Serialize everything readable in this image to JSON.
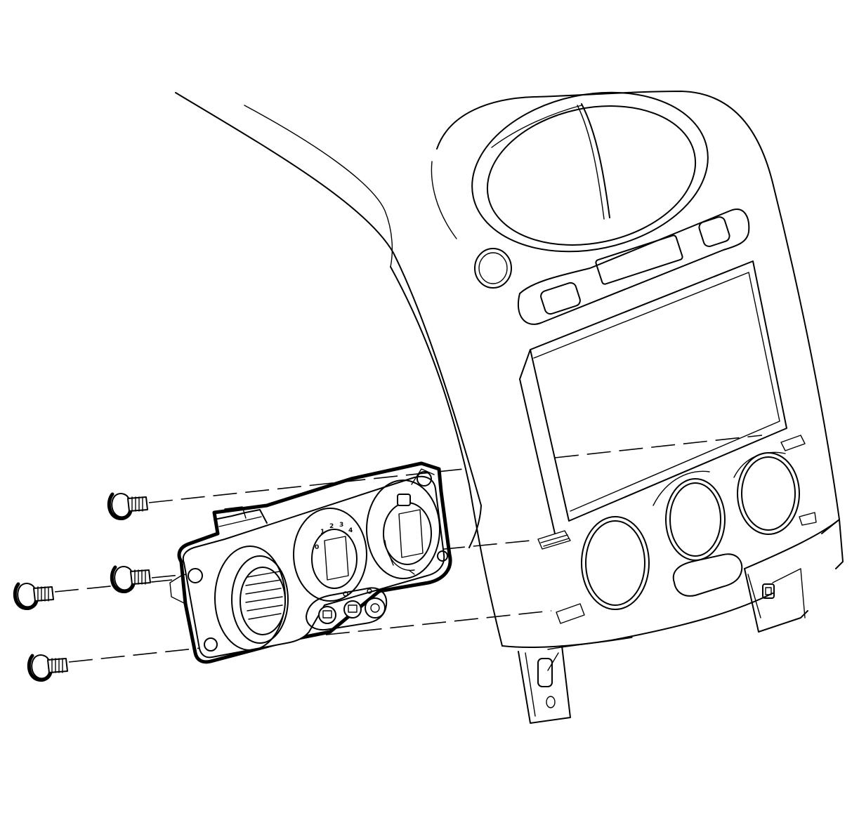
{
  "diagram": {
    "type": "exploded-assembly-line-drawing",
    "components": [
      {
        "id": "instrument-panel",
        "icon": "dashboard-trim-panel"
      },
      {
        "id": "radio-opening",
        "icon": "rectangular-opening"
      },
      {
        "id": "hvac-control-module",
        "icon": "climate-control-head"
      },
      {
        "id": "screws",
        "count": 4,
        "icon": "screw"
      }
    ],
    "fan_dial_digits": [
      "0",
      "1",
      "2",
      "3",
      "4"
    ]
  }
}
